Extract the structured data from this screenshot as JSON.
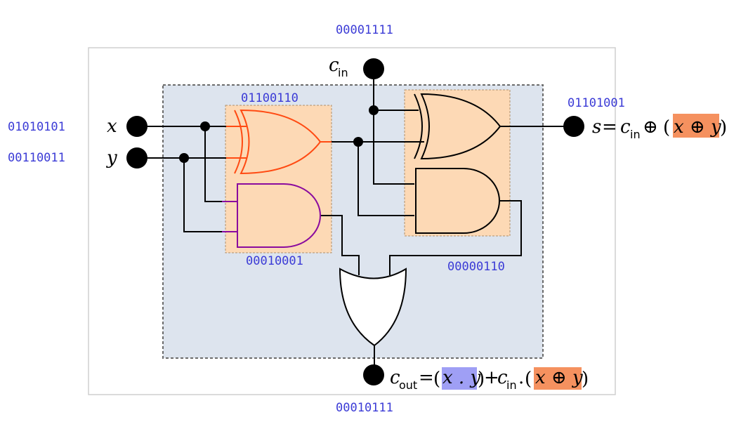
{
  "colors": {
    "background": "#ffffff",
    "outer_box_stroke": "#cfcfcf",
    "inner_box_fill": "#dde4ee",
    "inner_box_stroke": "#6b6b6b",
    "gate_highlight_fill": "#fdd9b5",
    "gate_highlight_stroke": "#b0906a",
    "xor1_stroke": "#ff4a12",
    "and1_stroke": "#8a0a9e",
    "gate_stroke": "#000000",
    "binary_label": "#3b3bd6",
    "xy_and_highlight": "#9f9ff5",
    "xy_xor_highlight": "#f5915f"
  },
  "binary_values": {
    "cin": "00001111",
    "x": "01010101",
    "y": "00110011",
    "xor1_out": "01100110",
    "and1_out": "00010001",
    "sum": "01101001",
    "and2_out": "00000110",
    "cout": "00010111"
  },
  "inputs": {
    "x_label": "x",
    "y_label": "y",
    "cin_label": "c",
    "cin_sub": "in"
  },
  "sum_expression": {
    "lhs": "s",
    "eq": "=",
    "c": "c",
    "c_sub": "in",
    "xor_symbol": "⊕",
    "lparen": "(",
    "inner": "x ⊕ y",
    "rparen": ")"
  },
  "cout_expression": {
    "c": "c",
    "c_sub": "out",
    "eq": "=",
    "lparen1": "(",
    "and_term": "x . y",
    "rparen1": ")",
    "plus": "+",
    "c2": "c",
    "c2_sub": "in",
    "dot": ".",
    "lparen2": "(",
    "xor_term": "x ⊕ y",
    "rparen2": ")"
  },
  "gates": {
    "xor1": "xor-gate",
    "and1": "and-gate",
    "xor2": "xor-gate",
    "and2": "and-gate",
    "or1": "or-gate"
  }
}
